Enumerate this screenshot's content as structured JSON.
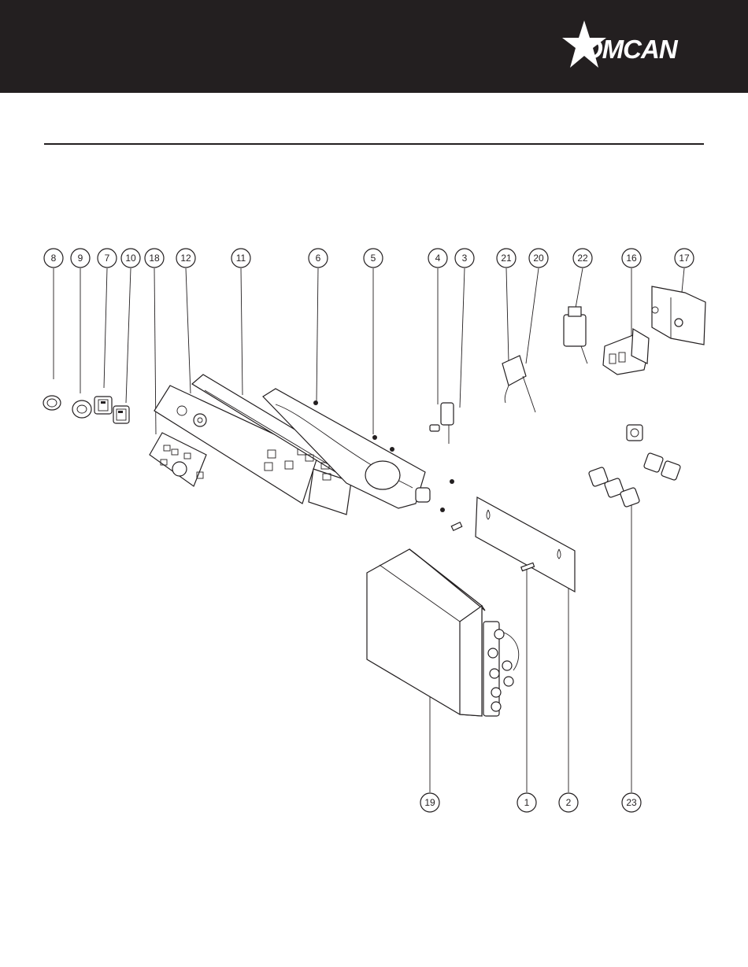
{
  "header": {
    "brand": "OMCAN",
    "colors": {
      "bar": "#231f20",
      "logo": "#ffffff",
      "line": "#231f20"
    }
  },
  "callouts": [
    {
      "label": "8"
    },
    {
      "label": "9"
    },
    {
      "label": "7"
    },
    {
      "label": "10"
    },
    {
      "label": "18"
    },
    {
      "label": "12"
    },
    {
      "label": "11"
    },
    {
      "label": "6"
    },
    {
      "label": "5"
    },
    {
      "label": "4"
    },
    {
      "label": "3"
    },
    {
      "label": "21"
    },
    {
      "label": "20"
    },
    {
      "label": "22"
    },
    {
      "label": "16"
    },
    {
      "label": "17"
    },
    {
      "label": "19"
    },
    {
      "label": "1"
    },
    {
      "label": "2"
    },
    {
      "label": "23"
    }
  ]
}
